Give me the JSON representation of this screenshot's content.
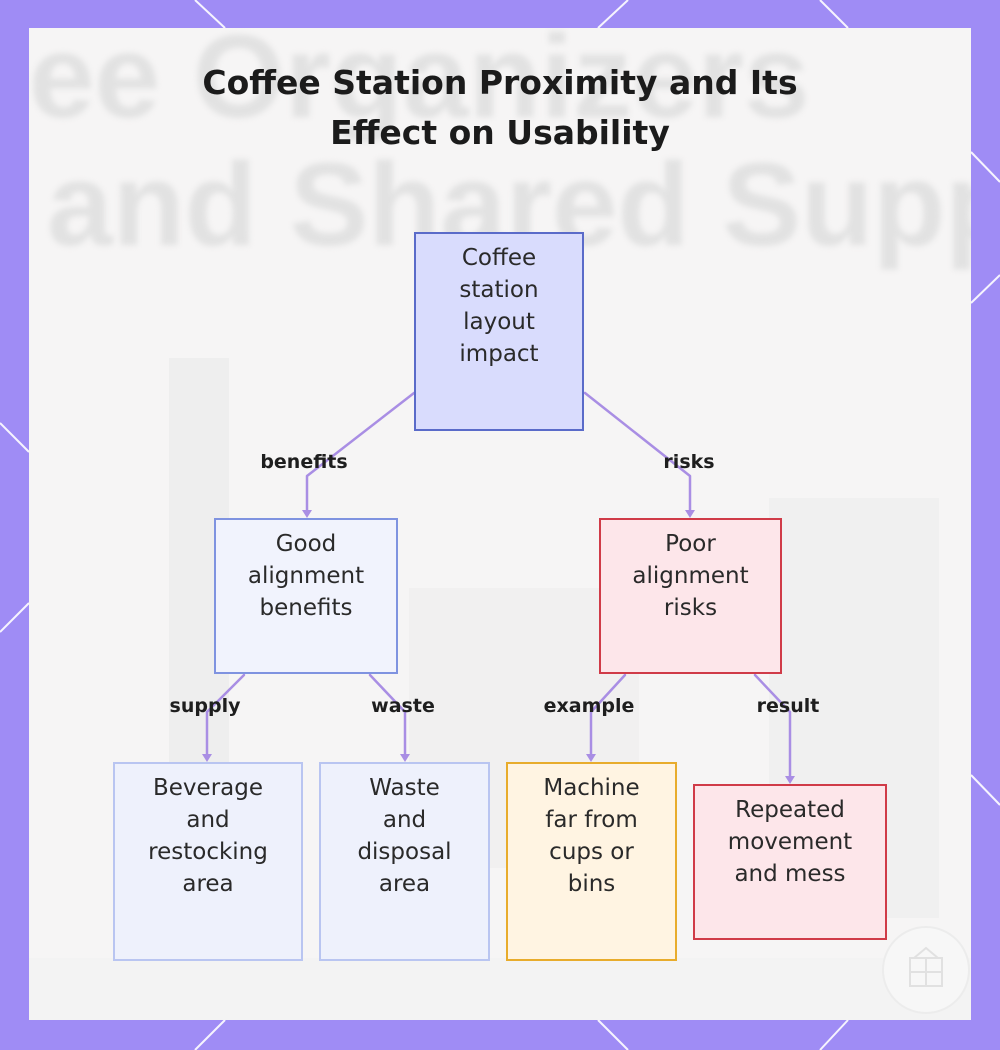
{
  "title": {
    "line1": "Coffee Station Proximity and Its",
    "line2": "Effect on Usability"
  },
  "colors": {
    "frame": "#9f8cf5",
    "root_fill": "#d9dcfd",
    "root_border": "#5a6bc9",
    "good_fill": "#f1f3fd",
    "good_border": "#7f93e0",
    "poor_fill": "#fde6ea",
    "poor_border": "#d03b48",
    "machine_fill": "#fff4e2",
    "machine_border": "#e8ac2c",
    "leaf_blue_border": "#b9c5f1",
    "connector": "#a98ee4"
  },
  "nodes": {
    "root": [
      "Coffee",
      "station",
      "layout",
      "impact"
    ],
    "good": [
      "Good",
      "alignment",
      "benefits"
    ],
    "poor": [
      "Poor",
      "alignment",
      "risks"
    ],
    "beverage": [
      "Beverage",
      "and",
      "restocking",
      "area"
    ],
    "waste": [
      "Waste",
      "and",
      "disposal",
      "area"
    ],
    "machine": [
      "Machine",
      "far from",
      "cups or",
      "bins"
    ],
    "repeated": [
      "Repeated",
      "movement",
      "and mess"
    ]
  },
  "edges": {
    "benefits": "benefits",
    "risks": "risks",
    "supply": "supply",
    "waste": "waste",
    "example": "example",
    "result": "result"
  }
}
